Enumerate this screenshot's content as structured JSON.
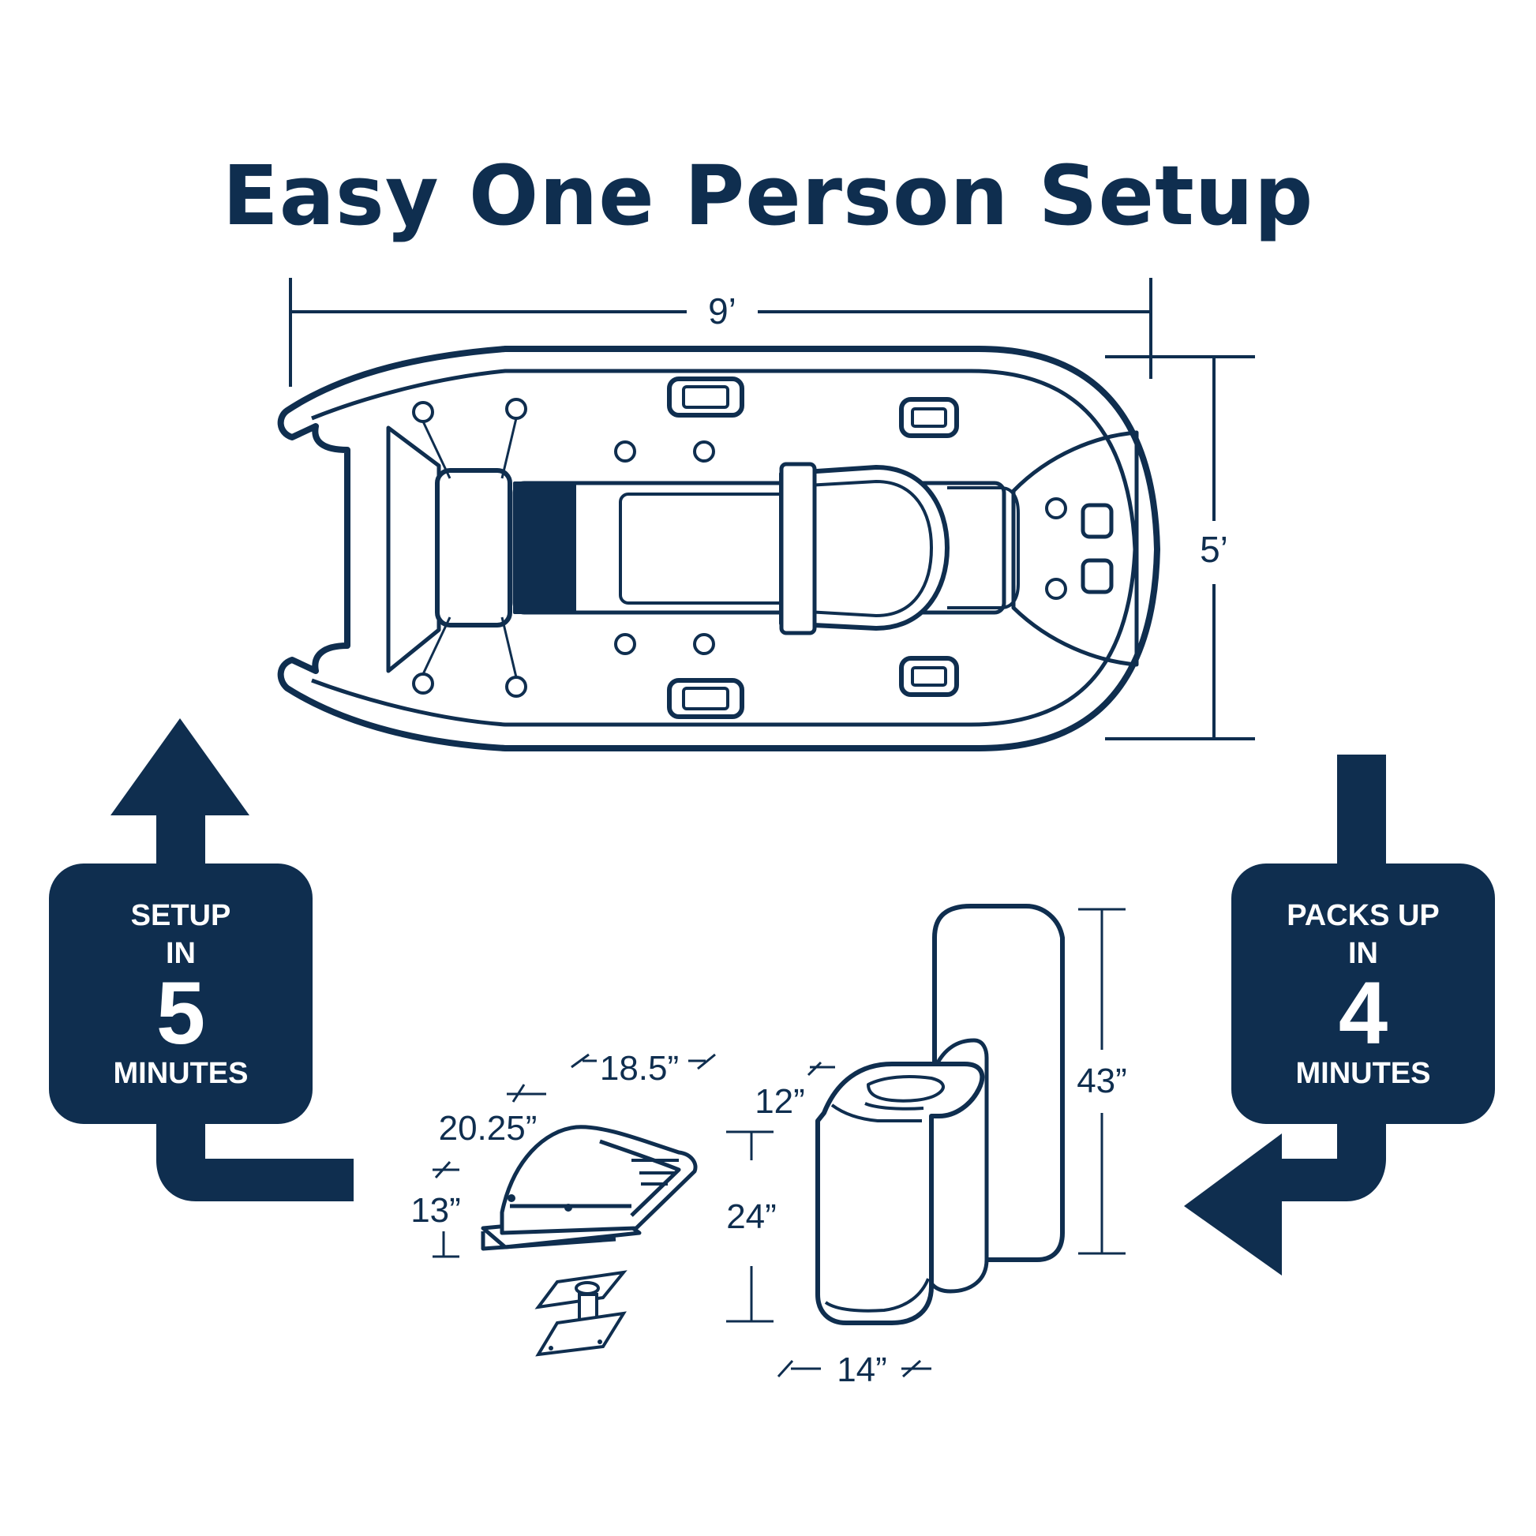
{
  "title": "Easy One Person Setup",
  "colors": {
    "navy": "#0f2e4f",
    "background": "#ffffff"
  },
  "boat": {
    "length_label": "9’",
    "width_label": "5’"
  },
  "setup_badge": {
    "line1": "SETUP",
    "line2": "IN",
    "number": "5",
    "line3": "MINUTES"
  },
  "pack_badge": {
    "line1": "PACKS UP",
    "line2": "IN",
    "number": "4",
    "line3": "MINUTES"
  },
  "seat": {
    "depth_label": "18.5”",
    "width_label": "20.25”",
    "height_label": "13”"
  },
  "rolled_boat": {
    "depth_label": "12”",
    "height_label": "24”",
    "width_label": "14”",
    "total_height_label": "43”"
  },
  "icons": [
    "arrow-up-icon",
    "arrow-left-icon",
    "seat-icon",
    "rolled-boat-icon",
    "seat-pedestal-icon"
  ]
}
